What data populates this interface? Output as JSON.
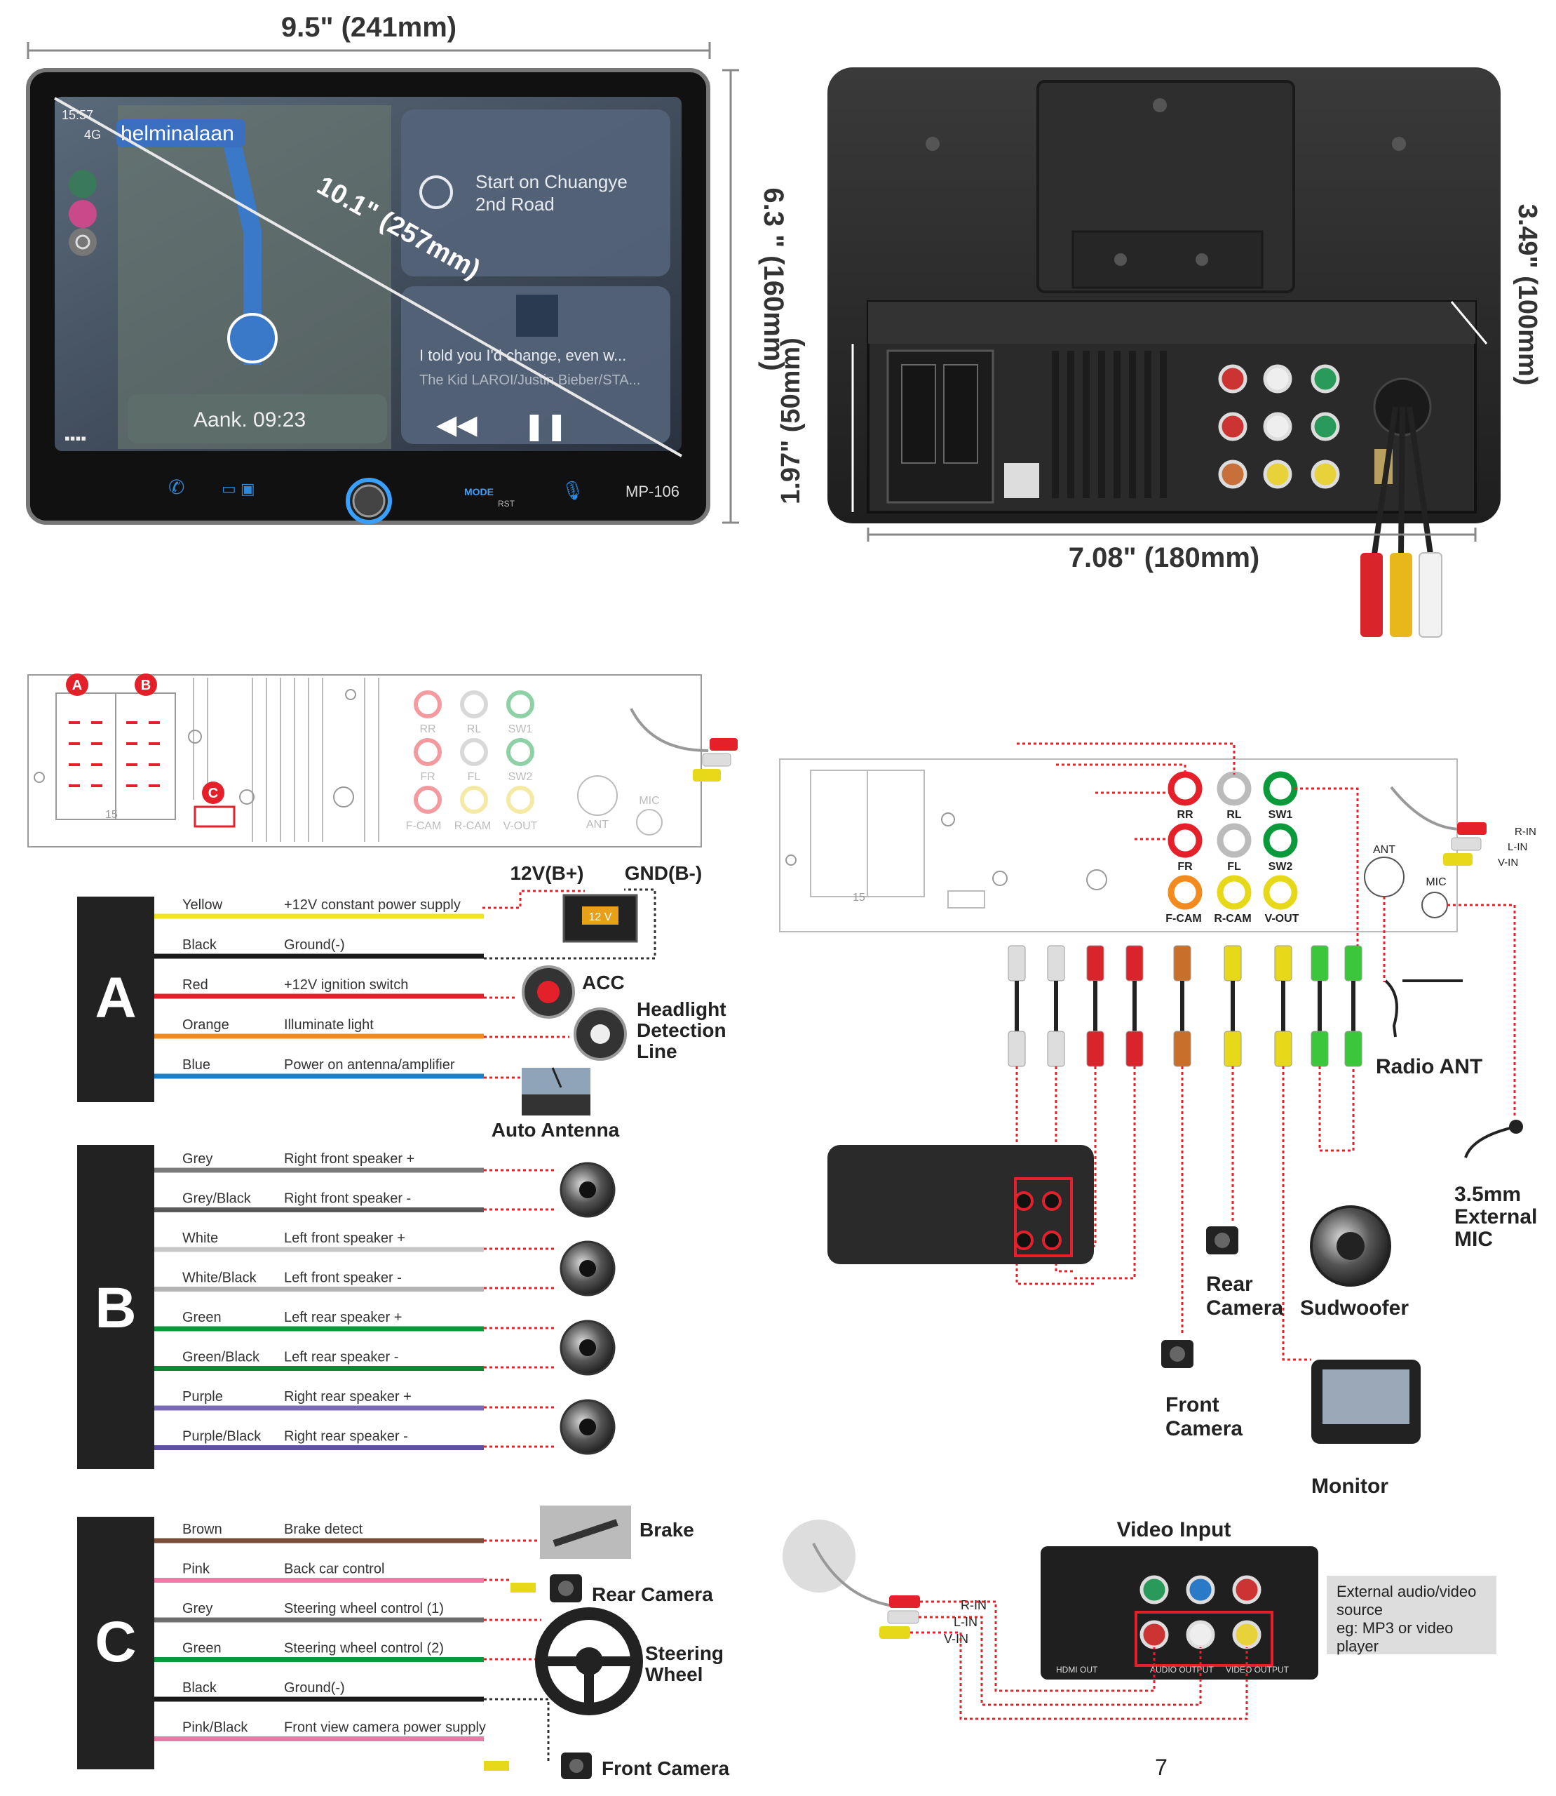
{
  "dimensions": {
    "width": "9.5\" (241mm)",
    "height": "6.3 \" (160mm)",
    "diagonal": "10.1\" (257mm)",
    "depth_top": "3.49\" (100mm)",
    "chassis_height": "1.97\" (50mm)",
    "chassis_width": "7.08\" (180mm)"
  },
  "screen": {
    "time": "15:57",
    "signal": "4G",
    "street": "helminalaan",
    "nav_instruction_line1": "Start on Chuangye",
    "nav_instruction_line2": "2nd Road",
    "song_title": "I told you I'd change, even w...",
    "song_artist": "The Kid LAROI/Justin Bieber/STA...",
    "arrival": "Aank. 09:23",
    "mode_label": "MODE",
    "rst_label": "RST",
    "model": "MP-106"
  },
  "rca_labels": {
    "rr": "RR",
    "rl": "RL",
    "sw1": "SW1",
    "fr": "FR",
    "fl": "FL",
    "sw2": "SW2",
    "fcam": "F-CAM",
    "rcam": "R-CAM",
    "vout": "V-OUT",
    "ant": "ANT",
    "mic": "MIC",
    "num15": "15",
    "r_in": "R-IN",
    "l_in": "L-IN",
    "v_in": "V-IN"
  },
  "connector_badges": {
    "a": "A",
    "b": "B",
    "c": "C"
  },
  "power": {
    "b_plus": "12V(B+)",
    "gnd": "GND(B-)",
    "battery": "12 V"
  },
  "harness_a": {
    "letter": "A",
    "wires": [
      {
        "color_name": "Yellow",
        "function": "+12V constant power supply",
        "hex": "#f2e51a"
      },
      {
        "color_name": "Black",
        "function": "Ground(-)",
        "hex": "#1a1a1a"
      },
      {
        "color_name": "Red",
        "function": "+12V ignition switch",
        "hex": "#e4212a"
      },
      {
        "color_name": "Orange",
        "function": "Illuminate light",
        "hex": "#f18a1f"
      },
      {
        "color_name": "Blue",
        "function": "Power on antenna/amplifier",
        "hex": "#1b80c8"
      }
    ],
    "targets": {
      "acc": "ACC",
      "headlight": "Headlight",
      "detection": "Detection",
      "line": "Line",
      "antenna": "Auto Antenna"
    }
  },
  "harness_b": {
    "letter": "B",
    "wires": [
      {
        "color_name": "Grey",
        "function": "Right front speaker +",
        "hex": "#7a7a7a"
      },
      {
        "color_name": "Grey/Black",
        "function": "Right front speaker -",
        "hex": "#5a5a5a"
      },
      {
        "color_name": "White",
        "function": "Left front speaker +",
        "hex": "#c8c8c8"
      },
      {
        "color_name": "White/Black",
        "function": "Left front speaker -",
        "hex": "#b4b4b4"
      },
      {
        "color_name": "Green",
        "function": "Left rear speaker +",
        "hex": "#0a9a3c"
      },
      {
        "color_name": "Green/Black",
        "function": "Left rear speaker -",
        "hex": "#0a8a36"
      },
      {
        "color_name": "Purple",
        "function": "Right rear speaker +",
        "hex": "#7a6ab4"
      },
      {
        "color_name": "Purple/Black",
        "function": "Right rear speaker -",
        "hex": "#5e52a0"
      }
    ]
  },
  "harness_c": {
    "letter": "C",
    "wires": [
      {
        "color_name": "Brown",
        "function": "Brake detect",
        "hex": "#7a4f3a"
      },
      {
        "color_name": "Pink",
        "function": "Back car control",
        "hex": "#f07aa8"
      },
      {
        "color_name": "Grey",
        "function": "Steering wheel control (1)",
        "hex": "#6e6e6e"
      },
      {
        "color_name": "Green",
        "function": "Steering wheel control (2)",
        "hex": "#0a9a3c"
      },
      {
        "color_name": "Black",
        "function": "Ground(-)",
        "hex": "#1a1a1a"
      },
      {
        "color_name": "Pink/Black",
        "function": "Front view camera power supply",
        "hex": "#e87aa6"
      }
    ],
    "targets": {
      "brake": "Brake",
      "rear_camera": "Rear Camera",
      "steering1": "Steering",
      "steering2": "Wheel",
      "front_camera": "Front Camera"
    }
  },
  "rca_diagram": {
    "radio_ant": "Radio ANT",
    "mic1": "3.5mm",
    "mic2": "External",
    "mic3": "MIC",
    "rear_cam1": "Rear",
    "rear_cam2": "Camera",
    "subwoofer": "Sudwoofer",
    "front_cam1": "Front",
    "front_cam2": "Camera",
    "monitor": "Monitor"
  },
  "video_input": {
    "title": "Video Input",
    "note_line1": "External audio/video",
    "note_line2": "source",
    "note_line3": "eg: MP3 or video",
    "note_line4": "player",
    "hdmi": "HDMI OUT",
    "audio_output": "AUDIO OUTPUT",
    "video_output": "VIDEO OUTPUT"
  },
  "page_number": "7"
}
